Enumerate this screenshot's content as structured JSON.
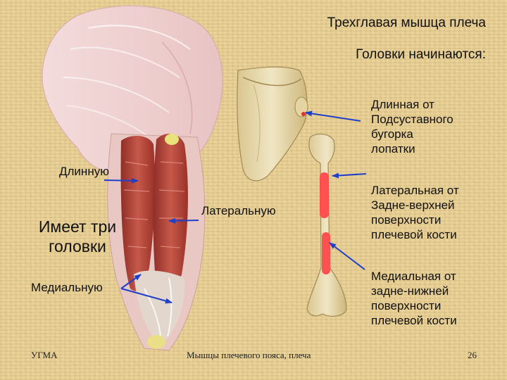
{
  "title": "Трехглавая мышца плеча",
  "subtitle": "Головки начинаются:",
  "origins": [
    {
      "lines": [
        "Длинная от",
        "Подсуставного",
        "бугорка",
        "лопатки"
      ]
    },
    {
      "lines": [
        "Латеральная от",
        "Задне-верхней",
        "поверхности",
        "плечевой кости"
      ]
    },
    {
      "lines": [
        "Медиальная от",
        "задне-нижней",
        "поверхности",
        "плечевой кости"
      ]
    }
  ],
  "heads": {
    "long": "Длинную",
    "lateral": "Латеральную",
    "medial": "Медиальную"
  },
  "three_heads": [
    "Имеет три",
    "головки"
  ],
  "footer": {
    "org": "УГМА",
    "topic": "Мышцы плечевого пояса, плеча",
    "page": "26"
  },
  "colors": {
    "arrow": "#1f3fc9",
    "muscle": "#b8433a",
    "bone": "#e6d7a8",
    "highlight": "#ff4a4a"
  }
}
